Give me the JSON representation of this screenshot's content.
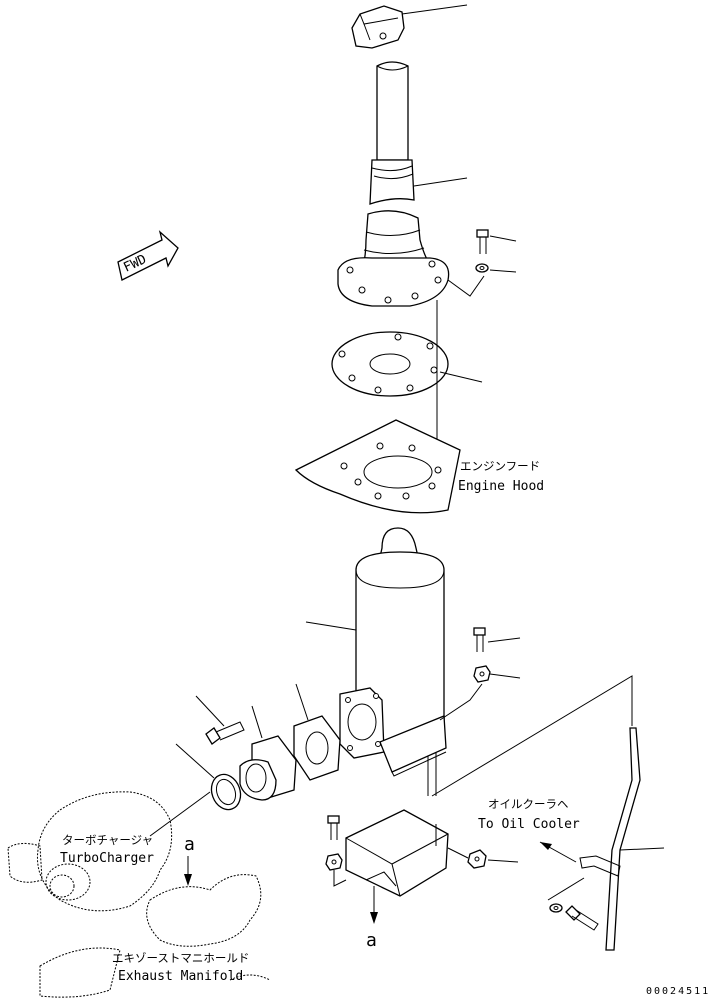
{
  "labels": {
    "fwd": "FWD",
    "engine_hood_jp": "エンジンフード",
    "engine_hood_en": "Engine Hood",
    "oil_cooler_jp": "オイルクーラヘ",
    "oil_cooler_en": "To Oil Cooler",
    "turbo_jp": "ターボチャージャ",
    "turbo_en": "TurboCharger",
    "manifold_jp": "エキゾーストマニホールド",
    "manifold_en": "Exhaust Manifold",
    "ref_a_top": "a",
    "ref_a_bottom": "a",
    "drawing_number": "00024511"
  },
  "colors": {
    "line": "#000000",
    "background": "#ffffff"
  }
}
